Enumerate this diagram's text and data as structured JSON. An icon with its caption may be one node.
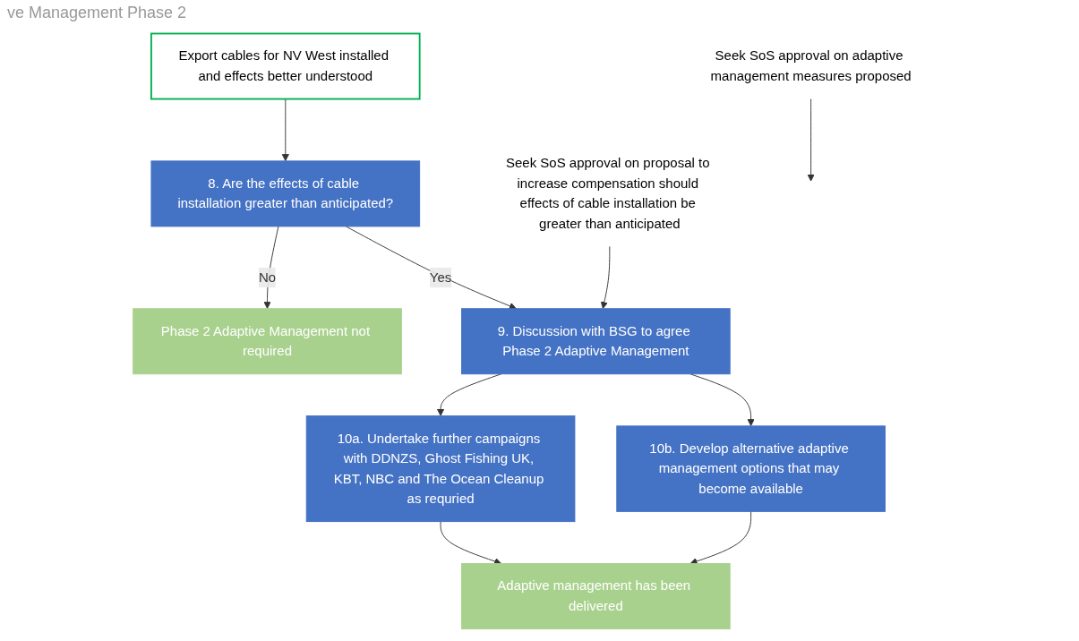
{
  "diagram": {
    "title": "ve Management Phase 2",
    "nodes": [
      {
        "text": [
          "Export cables for NV West installed and effects better understood"
        ]
      },
      {
        "text": [
          "8. Are the effects of cable installation greater than anticipated?"
        ]
      },
      {
        "text": [
          "Phase 2 Adaptive Management not required"
        ]
      },
      {
        "text": [
          "9. Discussion with BSG to agree Phase 2 Adaptive Management"
        ]
      },
      {
        "text": [
          "Seek SoS approval on proposal to increase compensation should effects of cable installation be greater than anticipated"
        ]
      },
      {
        "text": [
          "10a. Undertake further campaigns with DDNZS, Ghost Fishing UK, KBT, NBC and The Ocean Cleanup as requried"
        ]
      },
      {
        "text": [
          "10b. Develop alternative adaptive management options that may become available"
        ]
      },
      {
        "text": [
          "Seek SoS approval on adaptive management measures proposed"
        ]
      },
      {
        "text": [
          "Adaptive management has been delivered"
        ]
      }
    ],
    "edges": [
      {
        "from": 0,
        "to": 1,
        "arrow": "to"
      },
      {
        "from": 1,
        "to": 2,
        "arrow": "to",
        "label": "No"
      },
      {
        "from": 1,
        "to": 3,
        "arrow": "to",
        "label": "Yes"
      },
      {
        "from": 4,
        "to": 3,
        "arrow": "to"
      },
      {
        "from": 3,
        "to": 5,
        "arrow": "to"
      },
      {
        "from": 3,
        "to": 6,
        "arrow": "to"
      },
      {
        "from": 5,
        "to": 8,
        "arrow": "to"
      },
      {
        "from": 6,
        "to": 8,
        "arrow": "to"
      },
      {
        "from": 7,
        "to": null,
        "arrow": "to"
      }
    ]
  }
}
